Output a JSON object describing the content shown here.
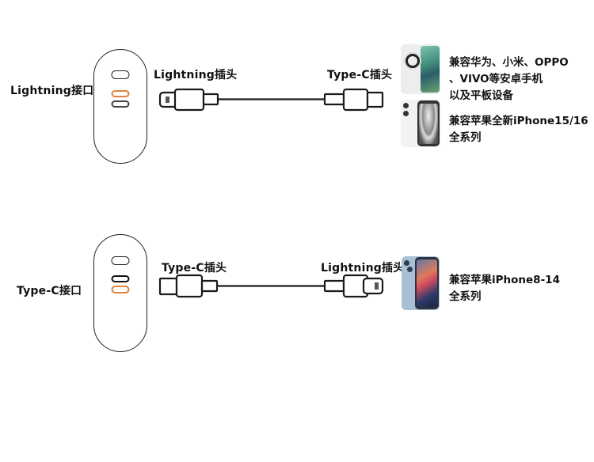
{
  "rows": [
    {
      "port_label": "Lightning接口",
      "left_plug_label": "Lightning插头",
      "right_plug_label": "Type-C插头",
      "highlight_port": "middle",
      "compat": [
        {
          "device": "android-phone",
          "lines": [
            "兼容华为、小米、OPPO",
            "、VIVO等安卓手机",
            "以及平板设备"
          ]
        },
        {
          "device": "iphone-15-16",
          "lines": [
            "兼容苹果全新iPhone15/16",
            "全系列"
          ]
        }
      ]
    },
    {
      "port_label": "Type-C接口",
      "left_plug_label": "Type-C插头",
      "right_plug_label": "Lightning插头",
      "highlight_port": "bottom",
      "compat": [
        {
          "device": "iphone-8-14",
          "lines": [
            "兼容苹果iPhone8-14",
            "全系列"
          ]
        }
      ]
    }
  ],
  "colors": {
    "highlight": "#e0823a",
    "outline": "#1a1a1a",
    "gray_port": "#444444"
  }
}
